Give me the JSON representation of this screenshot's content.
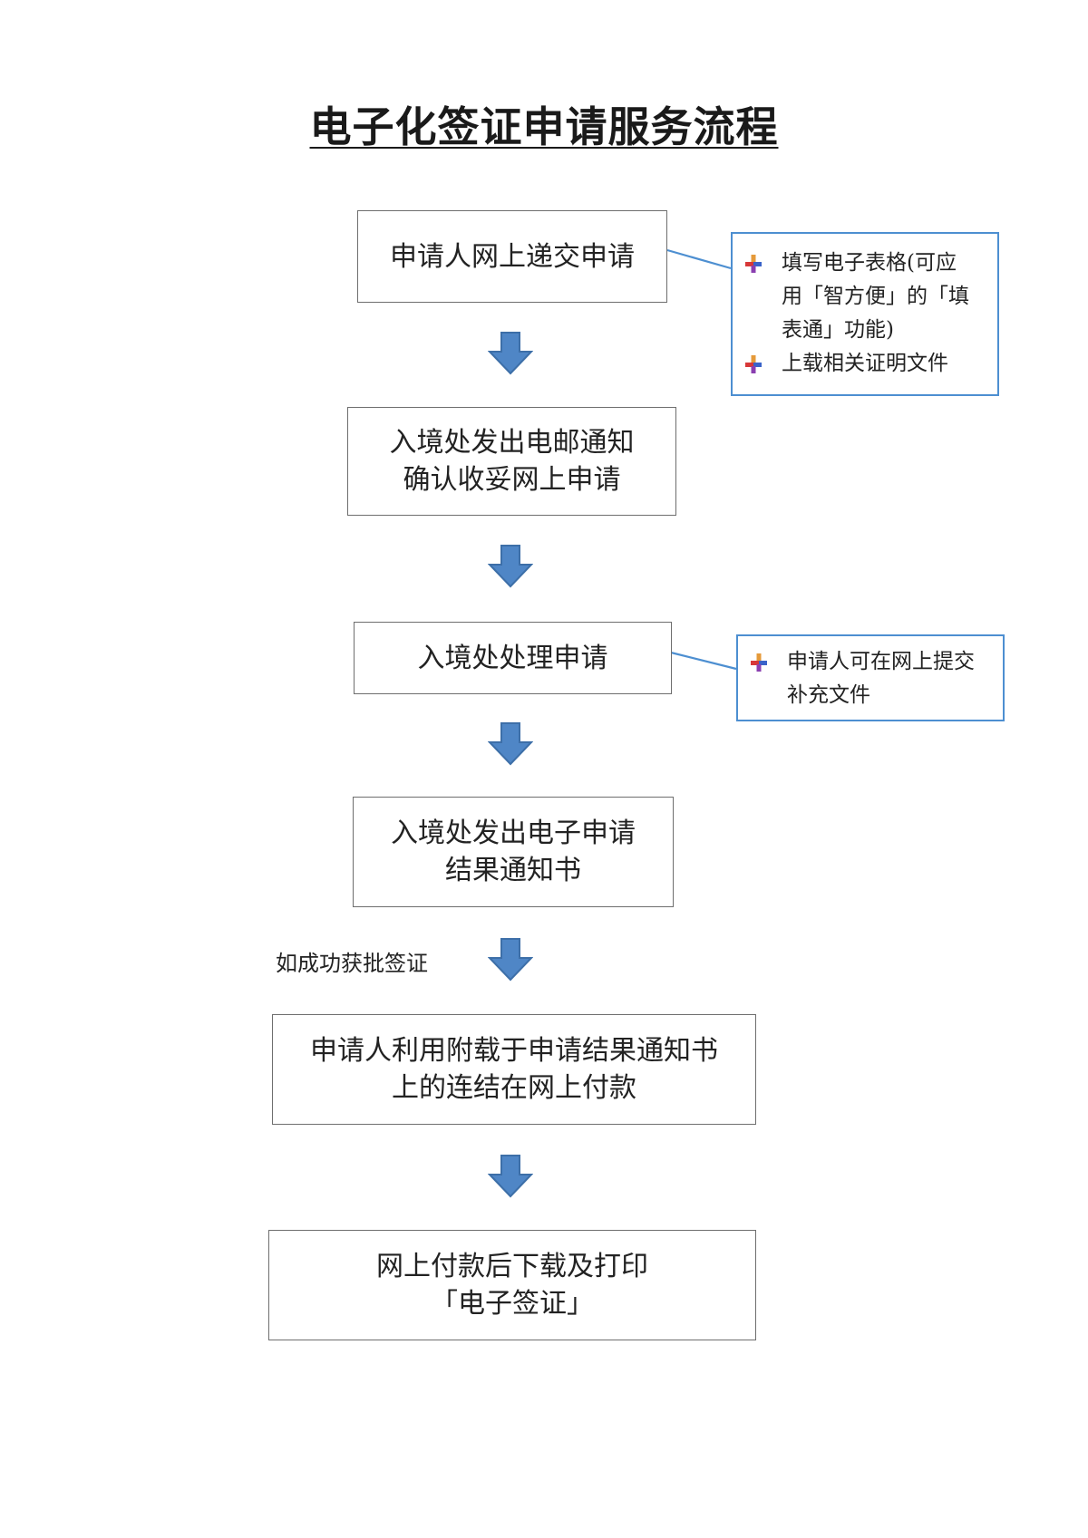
{
  "title": "电子化签证申请服务流程",
  "steps": [
    {
      "lines": [
        "申请人网上递交申请"
      ]
    },
    {
      "lines": [
        "入境处发出电邮通知",
        "确认收妥网上申请"
      ]
    },
    {
      "lines": [
        "入境处处理申请"
      ]
    },
    {
      "lines": [
        "入境处发出电子申请",
        "结果通知书"
      ]
    },
    {
      "lines": [
        "申请人利用附载于申请结果通知书",
        "上的连结在网上付款"
      ]
    },
    {
      "lines": [
        "网上付款后下载及打印",
        "「电子签证」"
      ]
    }
  ],
  "notes": [
    {
      "items": [
        {
          "lines": [
            "填写电子表格(可应",
            "用「智方便」的「填",
            "表通」功能)"
          ]
        },
        {
          "lines": [
            "上载相关证明文件"
          ]
        }
      ]
    },
    {
      "items": [
        {
          "lines": [
            "申请人可在网上提交",
            "补充文件"
          ]
        }
      ]
    }
  ],
  "condition_label": "如成功获批签证",
  "colors": {
    "arrow_fill": "#4f86c6",
    "arrow_stroke": "#3d6fa8",
    "note_border": "#4d8fd1",
    "box_border": "#6e6e6e"
  },
  "icons": {
    "arrow": "down-arrow-icon",
    "bullet": "four-color-bullet-icon"
  }
}
